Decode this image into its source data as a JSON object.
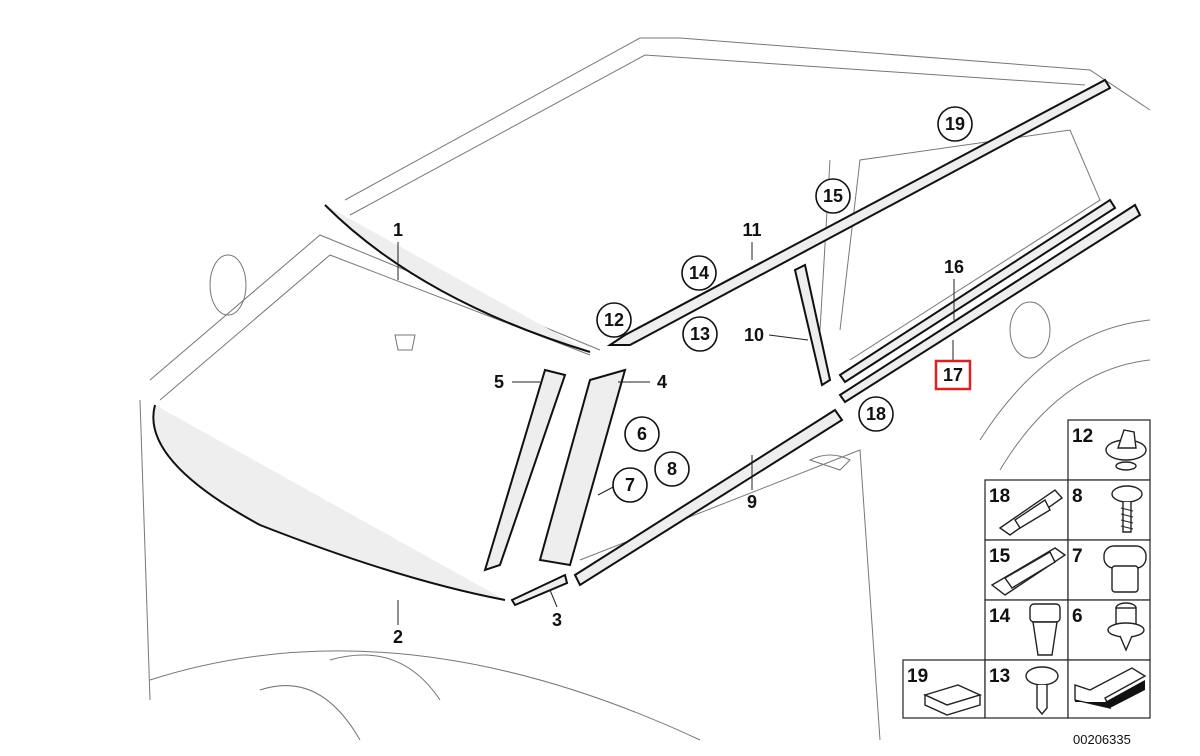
{
  "diagram": {
    "callouts": {
      "c1": "1",
      "c2": "2",
      "c3": "3",
      "c4": "4",
      "c5": "5",
      "c6": "6",
      "c7": "7",
      "c8": "8",
      "c9": "9",
      "c10": "10",
      "c11": "11",
      "c12": "12",
      "c13": "13",
      "c14": "14",
      "c15": "15",
      "c16": "16",
      "c17": "17",
      "c18": "18",
      "c19": "19"
    },
    "highlighted_part": "17",
    "highlight_color": "#e02020",
    "legend": {
      "cells": [
        "12",
        "18",
        "8",
        "15",
        "7",
        "14",
        "6",
        "19",
        "13"
      ]
    },
    "diagram_id": "00206335"
  }
}
